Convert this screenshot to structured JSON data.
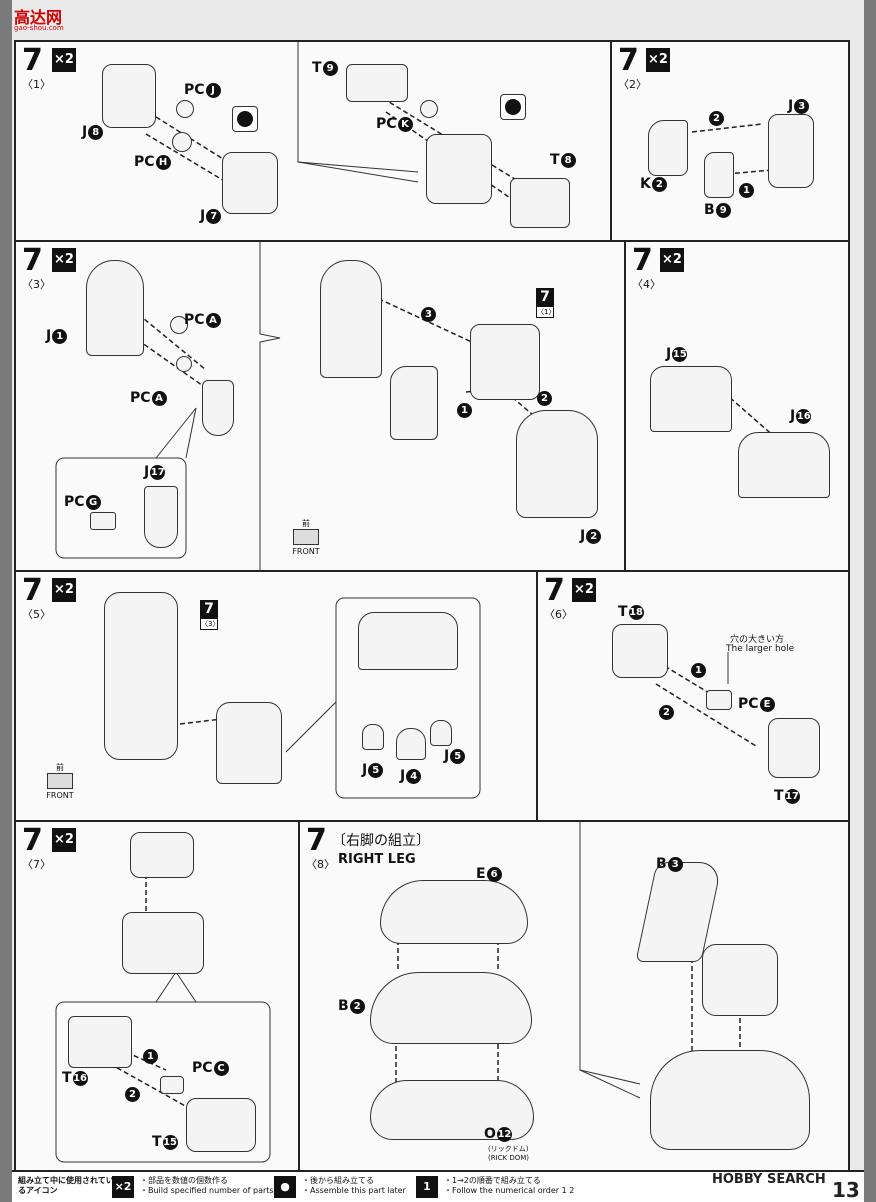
{
  "watermark": {
    "brand": "高达网",
    "url": "gao-shou.com"
  },
  "page_number": "13",
  "site_mark": "HOBBY SEARCH",
  "panels": {
    "p1": {
      "step": "7",
      "sub": "〈1〉",
      "mult": "×2",
      "labels": {
        "j8": "J",
        "j8n": "8",
        "pcj": "PC",
        "pcjn": "J",
        "pch": "PC",
        "pchn": "H",
        "j7": "J",
        "j7n": "7",
        "t9": "T",
        "t9n": "9",
        "pck": "PC",
        "pckn": "K",
        "t8": "T",
        "t8n": "8"
      }
    },
    "p2": {
      "step": "7",
      "sub": "〈2〉",
      "mult": "×2",
      "labels": {
        "j3": "J",
        "j3n": "3",
        "k2": "K",
        "k2n": "2",
        "b9": "B",
        "b9n": "9",
        "o1": "1",
        "o2": "2"
      }
    },
    "p3": {
      "step": "7",
      "sub": "〈3〉",
      "mult": "×2",
      "labels": {
        "j1": "J",
        "j1n": "1",
        "pca1": "PC",
        "pca1n": "A",
        "pca2": "PC",
        "pca2n": "A",
        "j17": "J",
        "j17n": "17",
        "pcg": "PC",
        "pcgn": "G",
        "j2": "J",
        "j2n": "2",
        "o1": "1",
        "o2": "2",
        "o3": "3"
      },
      "ref_step": "7",
      "ref_sub": "〈1〉",
      "front_kanji": "前",
      "front": "FRONT"
    },
    "p4": {
      "step": "7",
      "sub": "〈4〉",
      "mult": "×2",
      "labels": {
        "j15": "J",
        "j15n": "15",
        "j16": "J",
        "j16n": "16"
      }
    },
    "p5": {
      "step": "7",
      "sub": "〈5〉",
      "mult": "×2",
      "labels": {
        "j5a": "J",
        "j5an": "5",
        "j4": "J",
        "j4n": "4",
        "j5b": "J",
        "j5bn": "5"
      },
      "ref_step": "7",
      "ref_sub": "〈3〉",
      "front_kanji": "前",
      "front": "FRONT"
    },
    "p6": {
      "step": "7",
      "sub": "〈6〉",
      "mult": "×2",
      "labels": {
        "t18": "T",
        "t18n": "18",
        "pce": "PC",
        "pcen": "E",
        "t17": "T",
        "t17n": "17",
        "o1": "1",
        "o2": "2"
      },
      "note_jp": "穴の大きい方",
      "note_en": "The larger hole"
    },
    "p7": {
      "step": "7",
      "sub": "〈7〉",
      "mult": "×2",
      "labels": {
        "t16": "T",
        "t16n": "16",
        "pcc": "PC",
        "pccn": "C",
        "t15": "T",
        "t15n": "15",
        "o1": "1",
        "o2": "2"
      }
    },
    "p8": {
      "step": "7",
      "sub": "〈8〉",
      "title_jp": "〔右脚の組立〕",
      "title_en": "RIGHT LEG",
      "labels": {
        "e6": "E",
        "e6n": "6",
        "b2": "B",
        "b2n": "2",
        "o12": "O",
        "o12n": "12",
        "b3": "B",
        "b3n": "3"
      },
      "o12_jp": "(リックドム)",
      "o12_en": "(RICK DOM)"
    }
  },
  "legend": {
    "title": "組み立て中に使用されているアイコン",
    "items": [
      {
        "icon": "×2",
        "jp": "・部品を数値の個数作る",
        "en": "・Build specified number of parts"
      },
      {
        "icon": "●",
        "jp": "・後から組み立てる",
        "en": "・Assemble this part later"
      },
      {
        "icon": "1",
        "jp": "・1→2の順番で組み立てる",
        "en": "・Follow the numerical order 1 2"
      }
    ]
  }
}
